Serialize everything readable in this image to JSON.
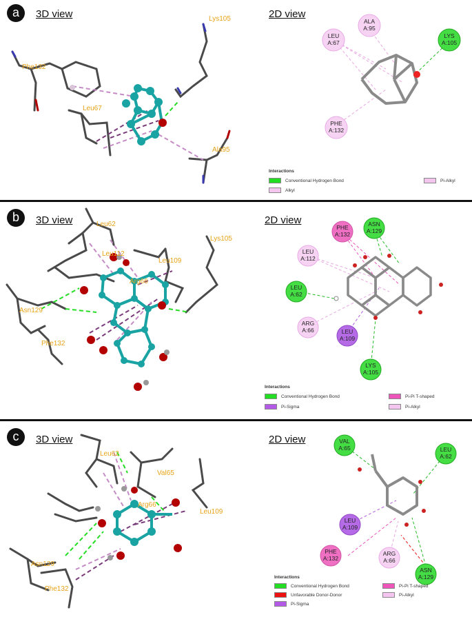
{
  "panels": [
    {
      "letter": "a",
      "view3d": "3D view",
      "view2d": "2D view",
      "labels3d": [
        "Lys105",
        "Phe132",
        "Leu67",
        "Ala95"
      ],
      "residues2d": [
        {
          "name": "LEU",
          "id": "A:67",
          "type": "alkyl"
        },
        {
          "name": "ALA",
          "id": "A:95",
          "type": "alkyl"
        },
        {
          "name": "LYS",
          "id": "A:105",
          "type": "hbond"
        },
        {
          "name": "PHE",
          "id": "A:132",
          "type": "alkyl"
        }
      ],
      "legend": {
        "title": "Interactions",
        "items": [
          {
            "label": "Conventional Hydrogen Bond",
            "color": "#22dd22"
          },
          {
            "label": "Alkyl",
            "color": "#f4c6ef"
          },
          {
            "label": "Pi-Alkyl",
            "color": "#f4c6ef"
          }
        ]
      }
    },
    {
      "letter": "b",
      "view3d": "3D view",
      "view2d": "2D view",
      "labels3d": [
        "Leu62",
        "Leu112",
        "Lys105",
        "Leu109",
        "Arg66",
        "Asn129",
        "Phe132"
      ],
      "residues2d": [
        {
          "name": "PHE",
          "id": "A:132",
          "type": "pipi"
        },
        {
          "name": "ASN",
          "id": "A:129",
          "type": "hbond"
        },
        {
          "name": "LEU",
          "id": "A:112",
          "type": "alkyl"
        },
        {
          "name": "LEU",
          "id": "A:62",
          "type": "hbond"
        },
        {
          "name": "ARG",
          "id": "A:66",
          "type": "alkyl"
        },
        {
          "name": "LEU",
          "id": "A:109",
          "type": "pisigma"
        },
        {
          "name": "LYS",
          "id": "A:105",
          "type": "hbond"
        }
      ],
      "legend": {
        "title": "Interactions",
        "items": [
          {
            "label": "Conventional Hydrogen Bond",
            "color": "#22dd22"
          },
          {
            "label": "Pi-Sigma",
            "color": "#b35ae6"
          },
          {
            "label": "Pi-Pi T-shaped",
            "color": "#ee55bb"
          },
          {
            "label": "Pi-Alkyl",
            "color": "#f4c6ef"
          }
        ]
      }
    },
    {
      "letter": "c",
      "view3d": "3D view",
      "view2d": "2D view",
      "labels3d": [
        "Leu62",
        "Val65",
        "Leu109",
        "Arg66",
        "Asn129",
        "Phe132"
      ],
      "residues2d": [
        {
          "name": "VAL",
          "id": "A:65",
          "type": "hbond"
        },
        {
          "name": "LEU",
          "id": "A:62",
          "type": "hbond"
        },
        {
          "name": "LEU",
          "id": "A:109",
          "type": "pisigma"
        },
        {
          "name": "PHE",
          "id": "A:132",
          "type": "pipi"
        },
        {
          "name": "ARG",
          "id": "A:66",
          "type": "alkyl"
        },
        {
          "name": "ASN",
          "id": "A:129",
          "type": "hbond"
        }
      ],
      "legend": {
        "title": "Interactions",
        "items": [
          {
            "label": "Conventional Hydrogen Bond",
            "color": "#22dd22"
          },
          {
            "label": "Unfavorable Donor-Donor",
            "color": "#ee1111"
          },
          {
            "label": "Pi-Sigma",
            "color": "#b35ae6"
          },
          {
            "label": "Pi-Pi T-shaped",
            "color": "#ee55bb"
          },
          {
            "label": "Pi-Alkyl",
            "color": "#f4c6ef"
          }
        ]
      }
    }
  ],
  "colors": {
    "hbond": "#22dd22",
    "alkyl": "#f4c6ef",
    "pisigma": "#b35ae6",
    "pipi": "#ee55bb",
    "donor": "#ee1111",
    "ligand": "#19a3a3",
    "oxygen": "#b30000",
    "stick": "#4a4a4a"
  }
}
